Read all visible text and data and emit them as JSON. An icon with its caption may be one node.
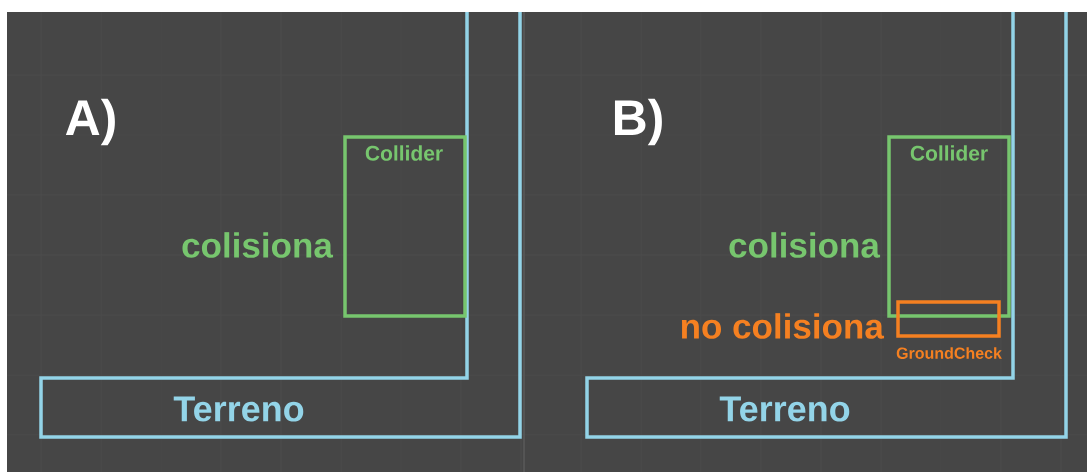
{
  "diagram": {
    "nodes": [
      {
        "text": [
          "Terreno"
        ]
      },
      {
        "text": [
          "Collider"
        ],
        "in": 0
      },
      {
        "text": [
          "Terreno"
        ]
      },
      {
        "text": [
          "Collider"
        ],
        "in": 2
      },
      {
        "text": [
          "GroundCheck"
        ],
        "in": 2
      }
    ],
    "labels": [
      "A)",
      "colisiona",
      "B)",
      "colisiona",
      "no colisiona"
    ]
  }
}
